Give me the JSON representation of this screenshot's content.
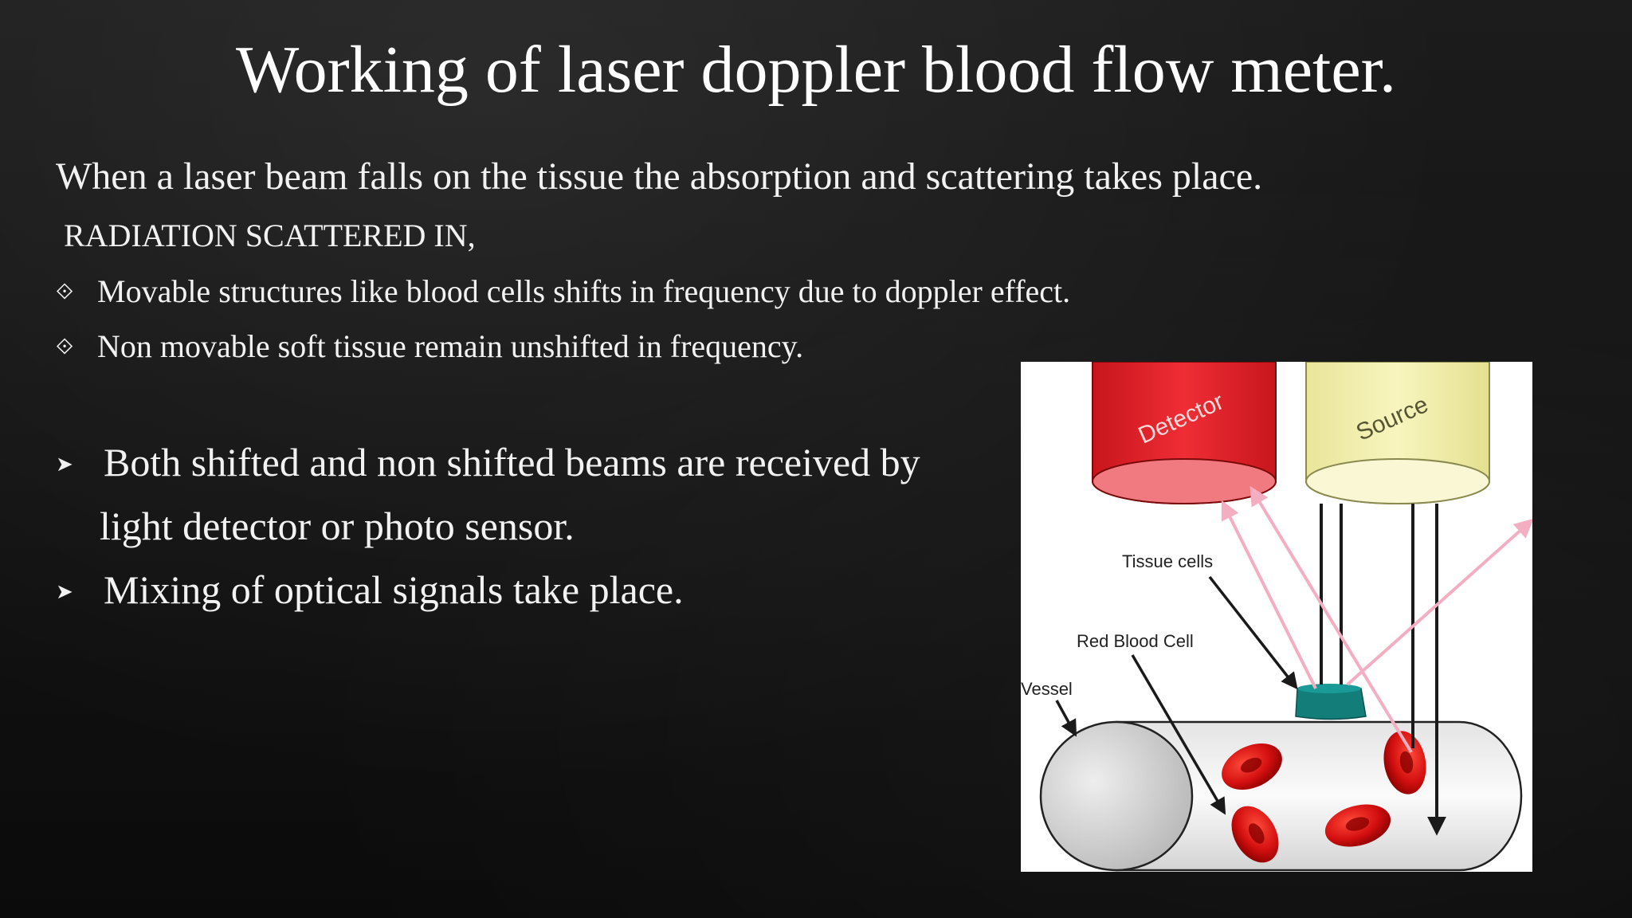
{
  "slide": {
    "title": "Working of laser doppler blood flow meter.",
    "intro": "When a laser beam falls on the tissue the absorption and scattering takes place.",
    "subheading": "RADIATION SCATTERED IN,",
    "diamond_bullets": [
      "Movable structures like blood cells shifts in frequency due to doppler effect.",
      "Non movable soft tissue remain unshifted in frequency."
    ],
    "arrow_bullets": {
      "first_line1": "Both shifted and non shifted beams are received by",
      "first_line2": "light detector or photo sensor.",
      "second": "Mixing of optical signals take place."
    },
    "bullet_symbols": {
      "diamond": "⟐",
      "arrow": "➤"
    }
  },
  "diagram": {
    "detector_label": "Detector",
    "source_label": "Source",
    "tissue_cells_label": "Tissue cells",
    "red_blood_cell_label": "Red Blood Cell",
    "vessel_label": "Vessel",
    "colors": {
      "detector": "#e8262f",
      "source": "#f4f1ab",
      "tissue_cell": "#137d7a",
      "scatter_beam": "#f4aec1",
      "rbc": "#d01010"
    }
  }
}
